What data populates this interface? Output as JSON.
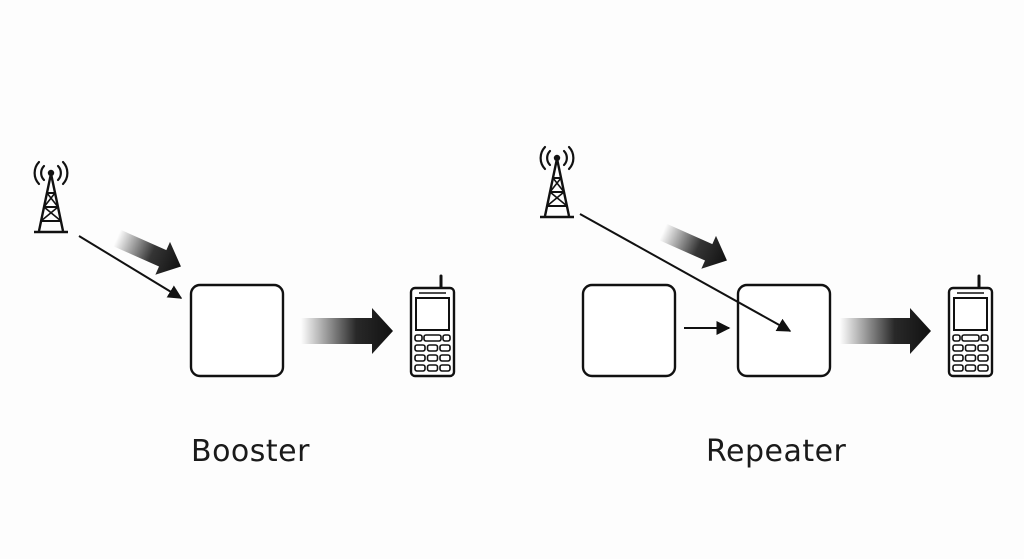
{
  "diagrams": [
    {
      "id": "booster",
      "caption": "Booster"
    },
    {
      "id": "repeater",
      "caption": "Repeater"
    }
  ],
  "colors": {
    "background": "#fdfdfd",
    "ink": "#1a1a1a",
    "signal_arrow": "#111111"
  },
  "icons": [
    "cell-tower-icon",
    "mobile-phone-icon"
  ]
}
